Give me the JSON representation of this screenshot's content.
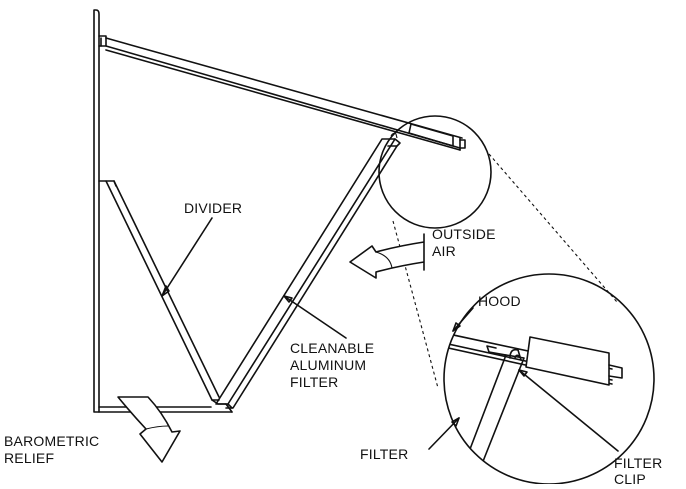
{
  "labels": {
    "divider": "DIVIDER",
    "outside_air_1": "OUTSIDE",
    "outside_air_2": "AIR",
    "hood": "HOOD",
    "filter_1": "CLEANABLE",
    "filter_2": "ALUMINUM",
    "filter_3": "FILTER",
    "barometric_1": "BAROMETRIC",
    "barometric_2": "RELIEF",
    "filter_detail": "FILTER",
    "filter_clip_1": "FILTER",
    "filter_clip_2": "CLIP"
  },
  "colors": {
    "line": "#111111",
    "background": "#ffffff"
  }
}
